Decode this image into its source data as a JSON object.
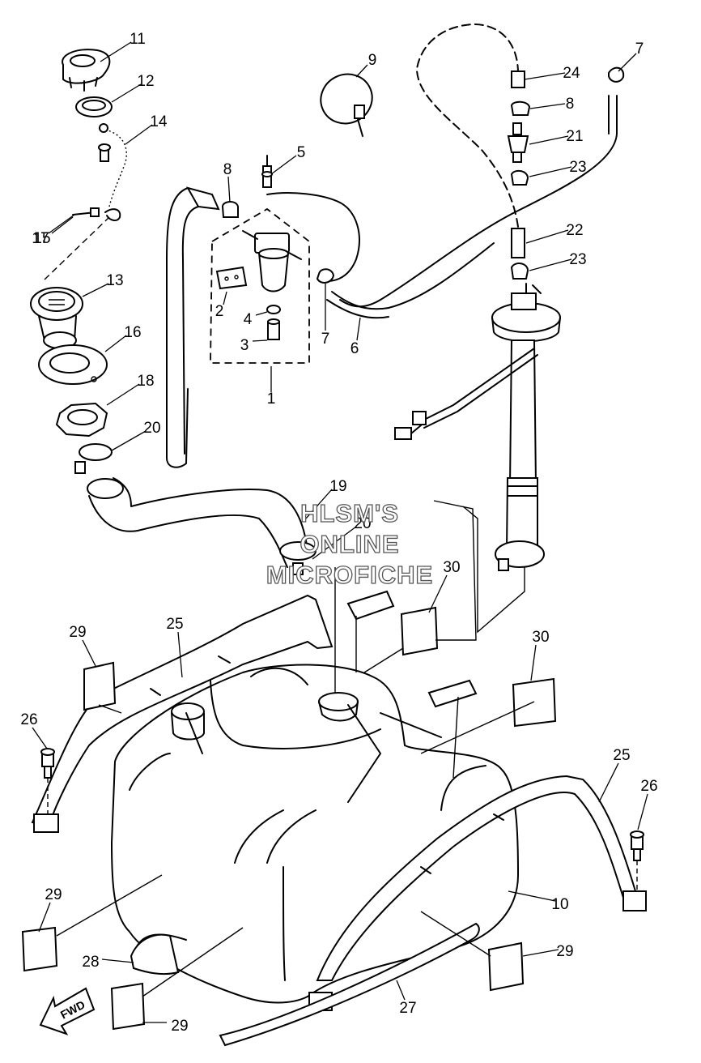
{
  "callouts": [
    "1",
    "2",
    "3",
    "4",
    "5",
    "6",
    "7",
    "7",
    "8",
    "8",
    "9",
    "10",
    "11",
    "12",
    "13",
    "14",
    "15",
    "16",
    "17",
    "18",
    "19",
    "20",
    "20",
    "21",
    "22",
    "23",
    "23",
    "24",
    "25",
    "25",
    "26",
    "26",
    "27",
    "28",
    "29",
    "29",
    "29",
    "29",
    "30",
    "30"
  ],
  "watermark": [
    "HLSM'S",
    "ONLINE",
    "MICROFICHE"
  ],
  "fwd_label": "FWD"
}
